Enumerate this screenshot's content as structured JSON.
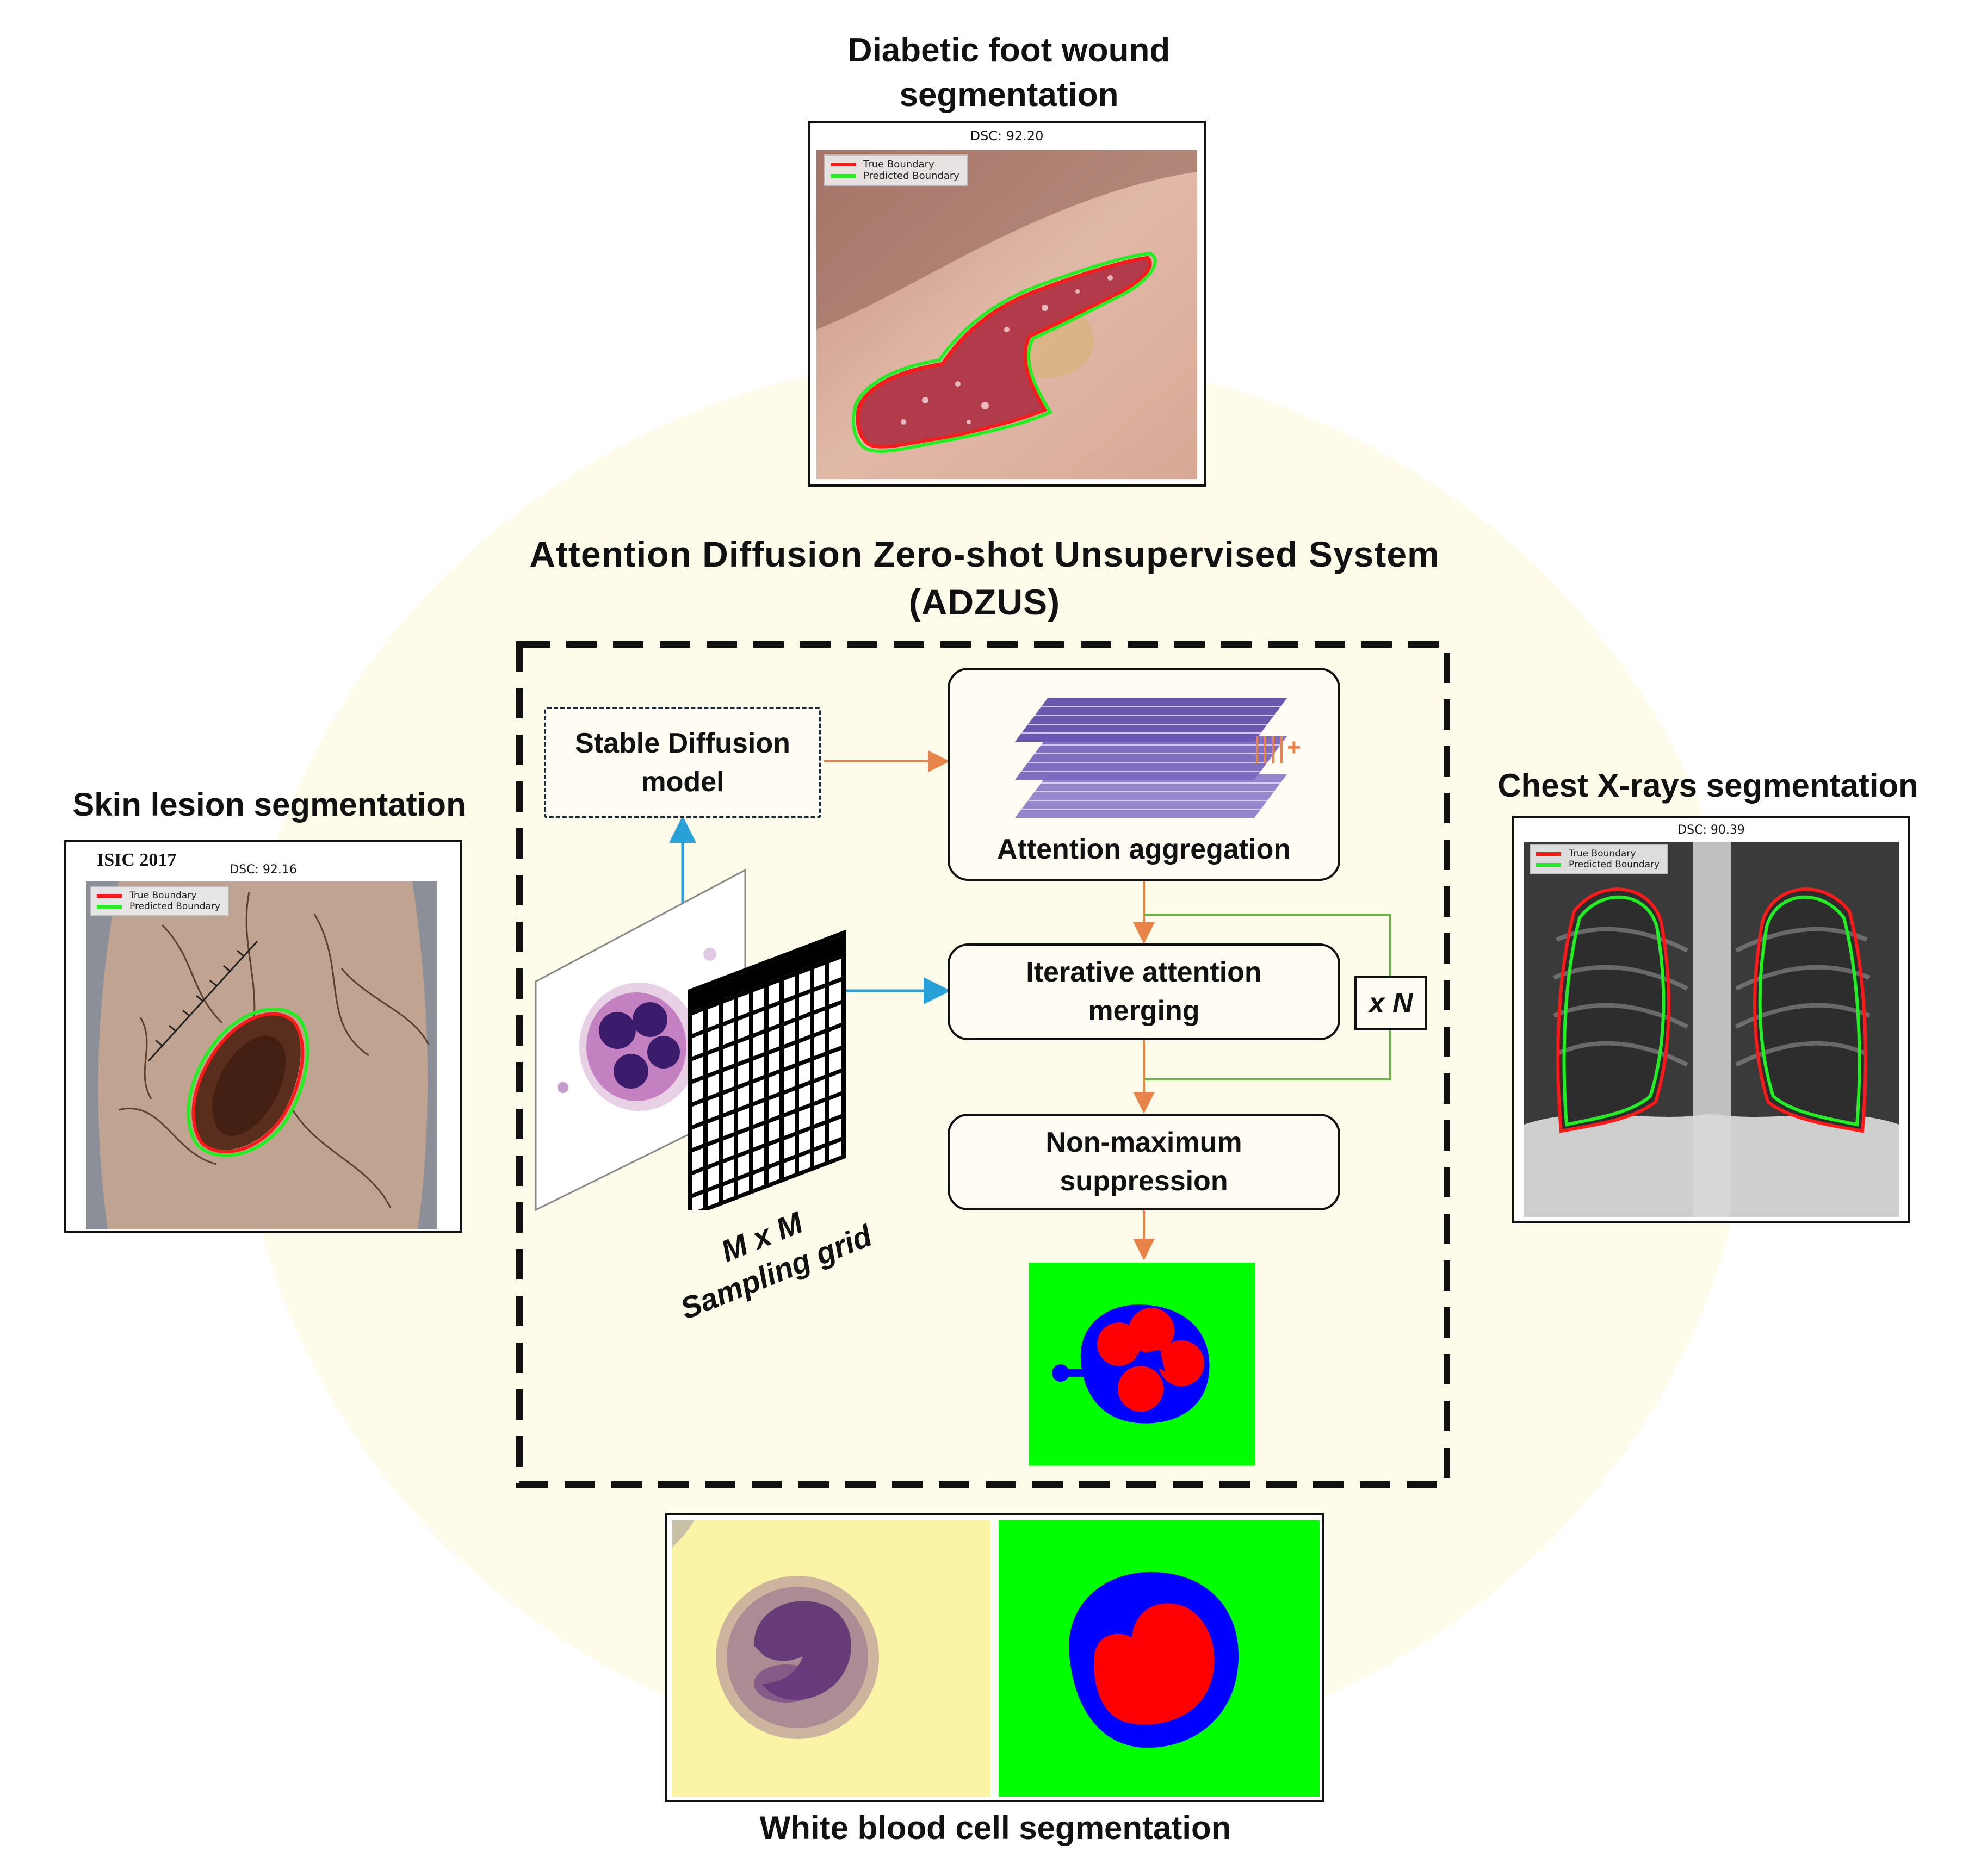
{
  "system": {
    "title": "Attention Diffusion Zero-shot Unsupervised System",
    "acronym": "(ADZUS)"
  },
  "pipeline": {
    "stable_diffusion": "Stable Diffusion model",
    "attention_aggregation": "Attention aggregation",
    "iterative_merging": "Iterative attention merging",
    "loop_label": "x N",
    "nms": "Non-maximum suppression",
    "grid_line1": "M x M",
    "grid_line2": "Sampling grid",
    "plus_sign": "+"
  },
  "panels": {
    "foot": {
      "title_line1": "Diabetic foot wound",
      "title_line2": "segmentation",
      "dsc": "DSC: 92.20",
      "legend_true": "True Boundary",
      "legend_pred": "Predicted Boundary"
    },
    "skin": {
      "title": "Skin lesion segmentation",
      "dataset": "ISIC 2017",
      "dsc": "DSC: 92.16",
      "legend_true": "True Boundary",
      "legend_pred": "Predicted Boundary"
    },
    "chest": {
      "title": "Chest X-rays segmentation",
      "dsc": "DSC: 90.39",
      "legend_true": "True Boundary",
      "legend_pred": "Predicted Boundary"
    },
    "wbc": {
      "title": "White blood cell segmentation"
    }
  },
  "colors": {
    "background_ellipse": "#fdfbea",
    "true_boundary": "#ff1a1a",
    "predicted_boundary": "#22ee22",
    "arrow_orange": "#e8844a",
    "arrow_blue": "#2aa0d8",
    "loop_green": "#6bb545",
    "seg_background": "#00ff00",
    "seg_cell": "#0000ff",
    "seg_nucleus": "#ff0000"
  }
}
